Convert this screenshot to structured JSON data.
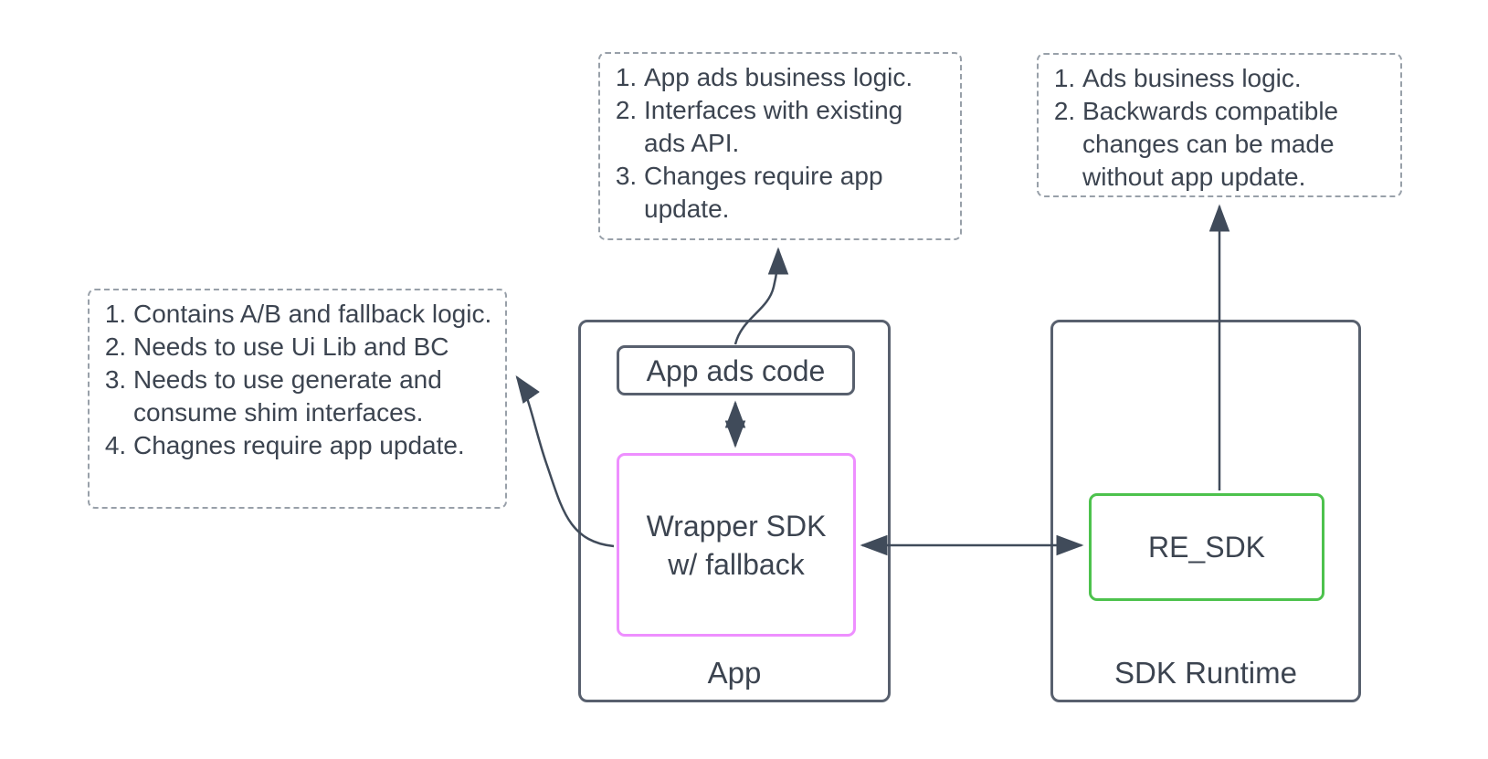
{
  "colors": {
    "background": "#ffffff",
    "stroke": "#58606e",
    "text": "#3c4450",
    "arrow": "#404b5a",
    "note_border": "#98a0a9",
    "pink": "#ee8fff",
    "green": "#4dc24d"
  },
  "notes": {
    "app_ads": {
      "items": [
        "App ads business logic.",
        "Interfaces with existing ads API.",
        "Changes require app update."
      ]
    },
    "re_sdk": {
      "items": [
        "Ads business logic.",
        "Backwards compatible changes can be made without app update."
      ]
    },
    "wrapper_sdk": {
      "items": [
        "Contains A/B and fallback logic.",
        "Needs to use Ui Lib and BC",
        "Needs to use generate and consume shim interfaces.",
        "Chagnes require app update."
      ]
    }
  },
  "containers": {
    "app": {
      "label": "App"
    },
    "sdk_runtime": {
      "label": "SDK Runtime"
    }
  },
  "nodes": {
    "app_ads_code": {
      "label": "App ads code"
    },
    "wrapper_sdk": {
      "label": "Wrapper SDK\nw/ fallback"
    },
    "re_sdk": {
      "label": "RE_SDK"
    }
  }
}
